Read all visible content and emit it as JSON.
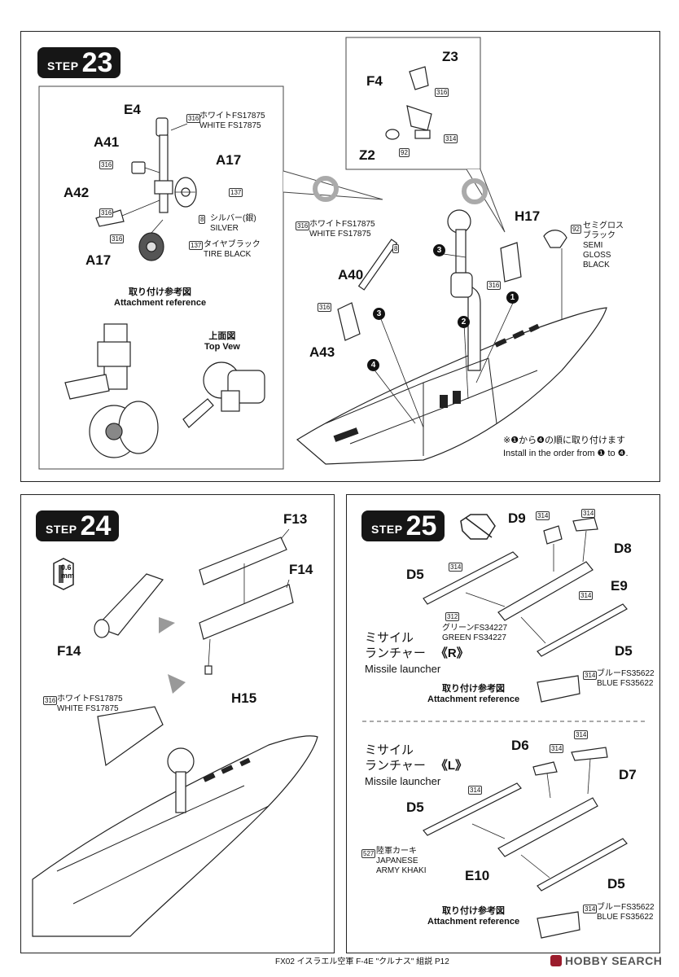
{
  "step23": {
    "word": "STEP",
    "number": "23",
    "parts": {
      "e4": "E4",
      "a41": "A41",
      "a42": "A42",
      "a17a": "A17",
      "a17b": "A17",
      "a40": "A40",
      "a43": "A43",
      "h17": "H17",
      "z3": "Z3",
      "f4": "F4",
      "z2": "Z2"
    },
    "codes": {
      "c316a": "316",
      "c137a": "137",
      "c8a": "8",
      "c316b": "316",
      "c316c": "316",
      "c137b": "137",
      "c316d": "316",
      "c8b": "8",
      "c316e": "316",
      "c316f": "316",
      "c92a": "92",
      "c316g": "316",
      "c314a": "314",
      "c92b": "92"
    },
    "colors": {
      "white_jp": "ホワイトFS17875",
      "white_en": "WHITE FS17875",
      "silver_jp": "シルバー(銀)",
      "silver_en": "SILVER",
      "tire_jp": "タイヤブラック",
      "tire_en": "TIRE BLACK",
      "white2_jp": "ホワイトFS17875",
      "white2_en": "WHITE FS17875",
      "sgb_1": "セミグロス",
      "sgb_2": "ブラック",
      "sgb_3": "SEMI",
      "sgb_4": "GLOSS",
      "sgb_5": "BLACK"
    },
    "attach_jp": "取り付け参考図",
    "attach_en": "Attachment reference",
    "top_jp": "上面図",
    "top_en": "Top Vew",
    "order_jp": "※❶から❹の順に取り付けます",
    "order_en": "Install in the order from ❶ to ❹.",
    "markers": {
      "m1": "1",
      "m2": "2",
      "m3a": "3",
      "m3b": "3",
      "m4": "4"
    }
  },
  "step24": {
    "word": "STEP",
    "number": "24",
    "parts": {
      "f13": "F13",
      "f14a": "F14",
      "f14b": "F14",
      "h15": "H15"
    },
    "drill_value": "0.6",
    "drill_unit": "mm",
    "codes": {
      "c316": "316"
    },
    "white_jp": "ホワイトFS17875",
    "white_en": "WHITE FS17875"
  },
  "step25": {
    "word": "STEP",
    "number": "25",
    "parts": {
      "d9": "D9",
      "d8": "D8",
      "d5a": "D5",
      "e9": "E9",
      "d5b": "D5",
      "d6": "D6",
      "d7": "D7",
      "d5c": "D5",
      "e10": "E10",
      "d5d": "D5"
    },
    "codes": {
      "c314a": "314",
      "c314b": "314",
      "c314c": "314",
      "c314d": "314",
      "c312": "312",
      "c314e": "314",
      "c314f": "314",
      "c314g": "314",
      "c314h": "314",
      "c527": "527",
      "c314i": "314"
    },
    "green_jp": "グリーンFS34227",
    "green_en": "GREEN FS34227",
    "blue_jp": "ブルーFS35622",
    "blue_en": "BLUE FS35622",
    "blue2_jp": "ブルーFS35622",
    "blue2_en": "BLUE FS35622",
    "khaki_jp": "陸軍カーキ",
    "khaki_en1": "JAPANESE",
    "khaki_en2": "ARMY KHAKI",
    "missile_jp1": "ミサイル",
    "missile_jp2": "ランチャー",
    "missile_en": "Missile launcher",
    "side_r": "《R》",
    "missile2_jp1": "ミサイル",
    "missile2_jp2": "ランチャー",
    "missile2_en": "Missile launcher",
    "side_l": "《L》",
    "attach_jp": "取り付け参考図",
    "attach_en": "Attachment reference",
    "attach2_jp": "取り付け参考図",
    "attach2_en": "Attachment reference"
  },
  "footer": {
    "caption": "FX02 イスラエル空軍 F-4E \"クルナス\" 組説 P12",
    "brand": "HOBBY SEARCH"
  }
}
